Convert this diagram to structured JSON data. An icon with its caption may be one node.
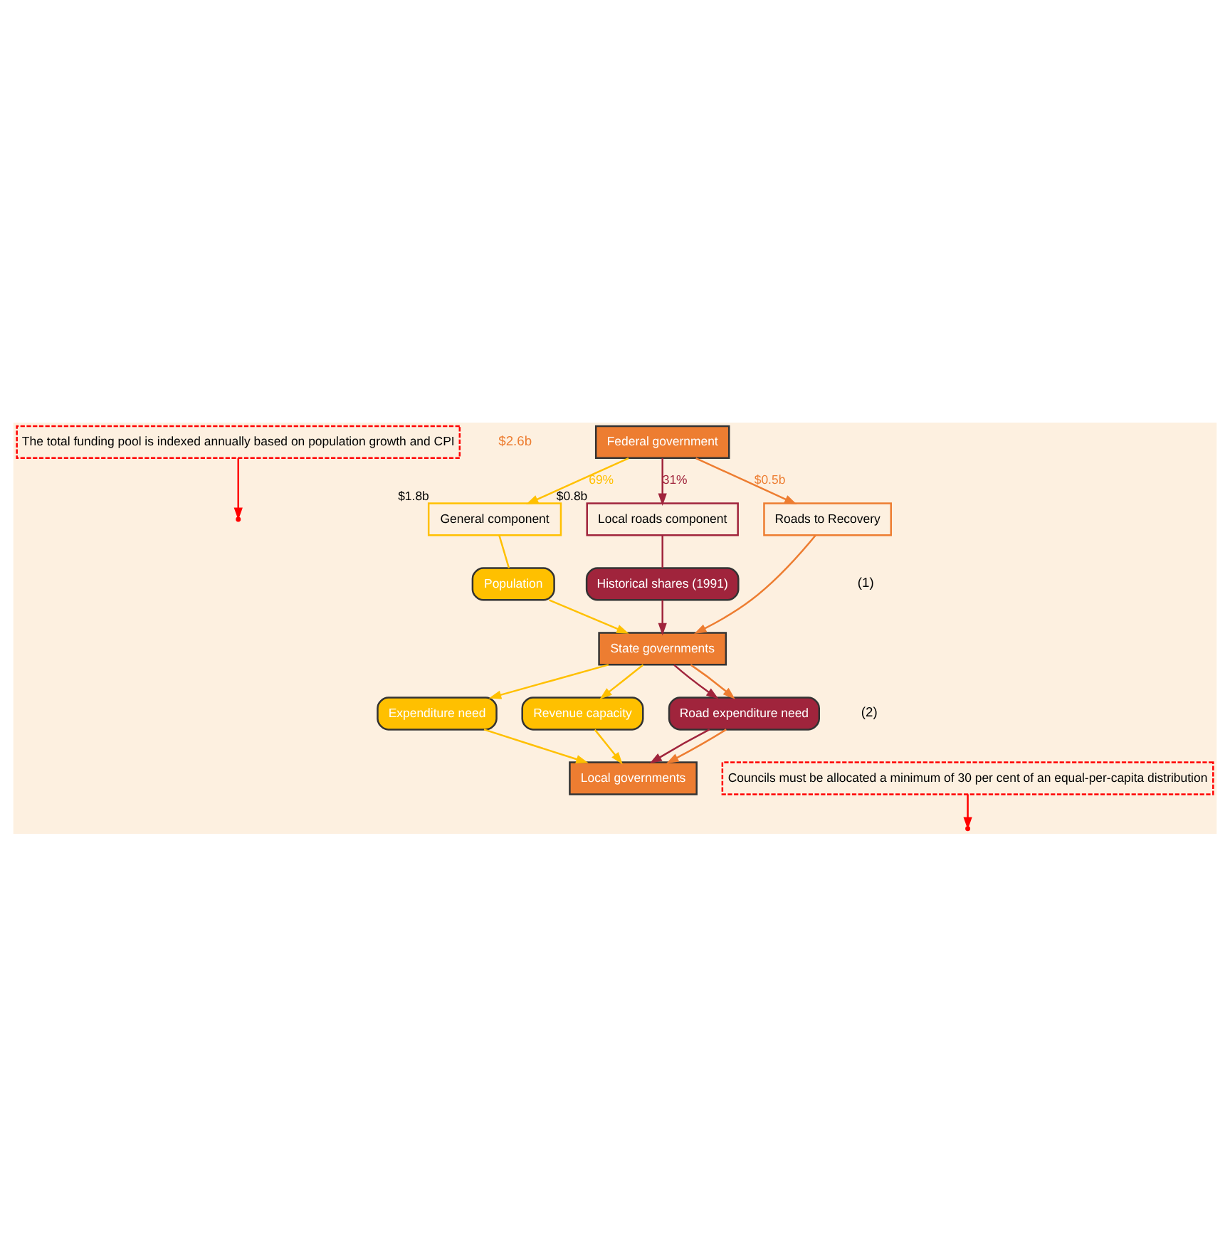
{
  "diagram": {
    "nodes": [
      {
        "text": [
          "The total funding pool is indexed annually based on population growth and CPI"
        ]
      },
      {
        "text": [
          "Federal government"
        ]
      },
      {
        "text": [
          "General component"
        ],
        "beside": [
          "$1.8b"
        ]
      },
      {
        "text": [
          "Local roads component"
        ],
        "beside": [
          "$0.8b"
        ]
      },
      {
        "text": [
          "Roads to Recovery"
        ]
      },
      {
        "text": [
          "Population"
        ]
      },
      {
        "text": [
          "Historical shares (1991)"
        ]
      },
      {
        "text": [
          "State governments"
        ]
      },
      {
        "text": [
          "Expenditure need"
        ]
      },
      {
        "text": [
          "Revenue capacity"
        ]
      },
      {
        "text": [
          "Road expenditure need"
        ]
      },
      {
        "text": [
          "Councils must be allocated a minimum of 30 per cent of an equal-per-capita distribution"
        ]
      },
      {
        "text": [
          "Local governments"
        ]
      }
    ],
    "edges": [
      {
        "from": 0,
        "to": null,
        "arrow": "to",
        "color": "#ff0000"
      },
      {
        "from": 1,
        "to": 2,
        "arrow": "to",
        "label": "69%"
      },
      {
        "from": 1,
        "to": 3,
        "arrow": "to",
        "label": "31%",
        "color": "#a0243c"
      },
      {
        "from": 1,
        "to": 4,
        "arrow": "to",
        "label": "$0.5b",
        "color": "#ed7d31"
      },
      {
        "from": 2,
        "to": 5,
        "arrow": "none"
      },
      {
        "from": 3,
        "to": 6,
        "arrow": "none",
        "color": "#a0243c"
      },
      {
        "from": 5,
        "to": 7,
        "arrow": "to"
      },
      {
        "from": 6,
        "to": 7,
        "arrow": "to",
        "color": "#a0243c"
      },
      {
        "from": 4,
        "to": 7,
        "arrow": "to",
        "color": "#ed7d31"
      },
      {
        "from": 7,
        "to": 8,
        "arrow": "to"
      },
      {
        "from": 7,
        "to": 9,
        "arrow": "to"
      },
      {
        "from": 7,
        "to": 10,
        "arrow": "to",
        "color": "#a0243c"
      },
      {
        "from": 7,
        "to": 10,
        "arrow": "to",
        "color": "#ed7d31"
      },
      {
        "from": 8,
        "to": 12,
        "arrow": "to"
      },
      {
        "from": 9,
        "to": 12,
        "arrow": "to"
      },
      {
        "from": 10,
        "to": 12,
        "arrow": "to",
        "color": "#a0243c"
      },
      {
        "from": 10,
        "to": 12,
        "arrow": "to",
        "color": "#ed7d31"
      },
      {
        "from": 11,
        "to": null,
        "arrow": "to",
        "color": "#ff0000"
      }
    ],
    "labels": [
      "$2.6b",
      "(1)",
      "(2)"
    ]
  }
}
